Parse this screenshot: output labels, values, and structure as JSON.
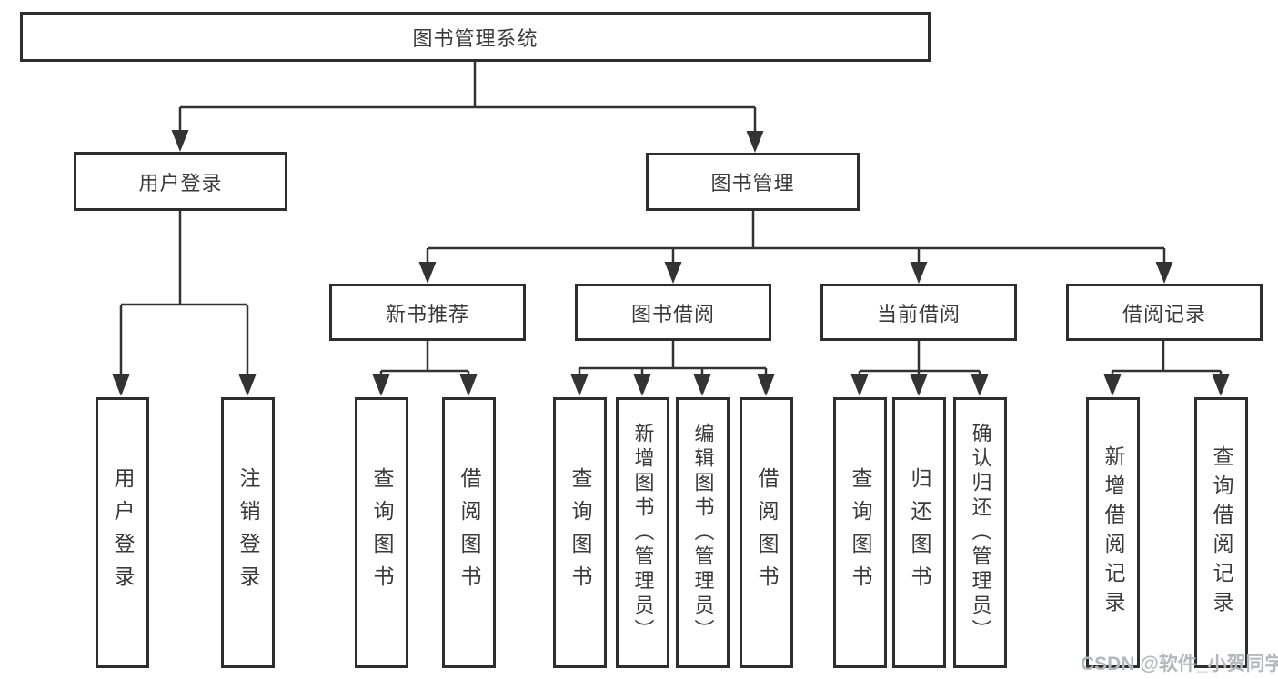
{
  "diagram_title": "图书管理系统",
  "tree": {
    "root": "图书管理系统",
    "level2": [
      "用户登录",
      "图书管理"
    ],
    "level3": [
      "新书推荐",
      "图书借阅",
      "当前借阅",
      "借阅记录"
    ],
    "leaves": {
      "login": [
        "用户登录",
        "注销登录"
      ],
      "newbook": [
        "查询图书",
        "借阅图书"
      ],
      "borrow": [
        "查询图书",
        "新增图书（管理员）",
        "编辑图书（管理员）",
        "借阅图书"
      ],
      "current": [
        "查询图书",
        "归还图书",
        "确认归还（管理员）"
      ],
      "records": [
        "新增借阅记录",
        "查询借阅记录"
      ]
    }
  },
  "watermark": "CSDN @软件_小贺同学",
  "colors": {
    "line": "#333333",
    "box_border": "#2e2e2e",
    "text": "#3a3a3a",
    "watermark": "#b4b8bc",
    "background": "#ffffff"
  }
}
